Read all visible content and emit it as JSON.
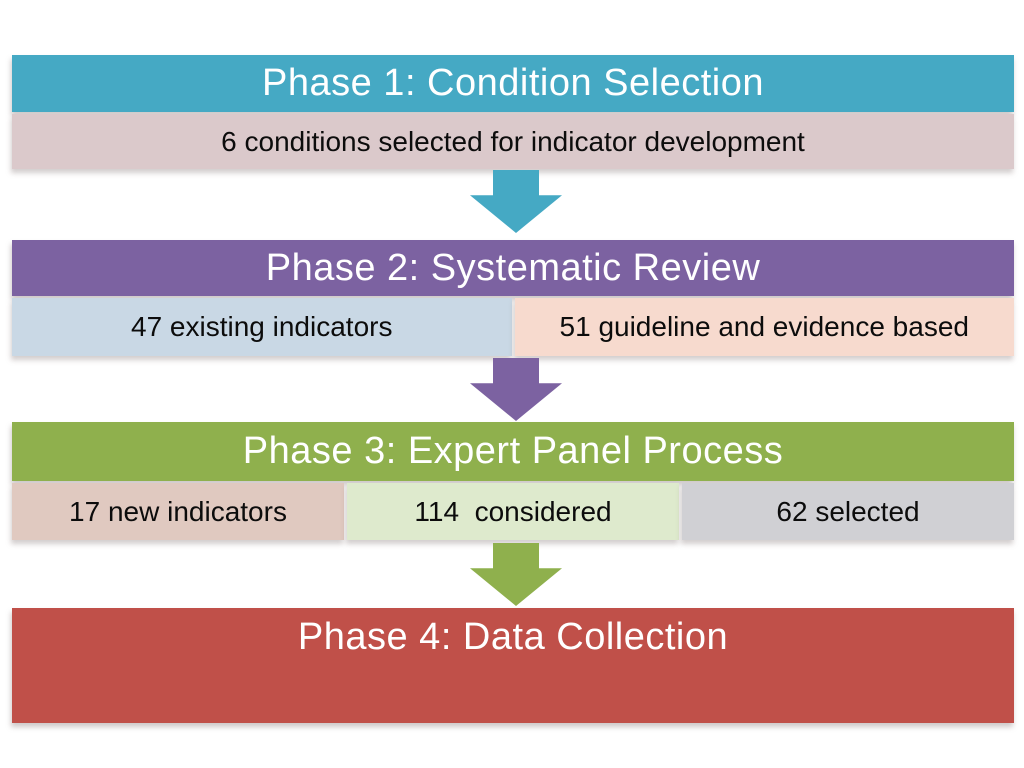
{
  "slide": {
    "background": "#ffffff",
    "phases": [
      {
        "title": "Phase 1: Condition Selection",
        "header_color": "#45a9c4",
        "title_color": "#ffffff",
        "sub_bars": [
          {
            "label": "6 conditions selected for indicator development",
            "color": "#dbc9cb"
          }
        ],
        "arrow_color": "#45a9c4"
      },
      {
        "title": "Phase 2: Systematic Review",
        "header_color": "#7c62a1",
        "title_color": "#ffffff",
        "sub_bars": [
          {
            "label": "47 existing indicators",
            "color": "#c9d8e5"
          },
          {
            "label": "51 guideline and evidence based",
            "color": "#f7dace"
          }
        ],
        "arrow_color": "#7c62a1"
      },
      {
        "title": "Phase 3: Expert Panel Process",
        "header_color": "#8fb04d",
        "title_color": "#ffffff",
        "sub_bars": [
          {
            "label": "17 new indicators",
            "color": "#e0c9c0"
          },
          {
            "label": "114  considered",
            "color": "#deeacd"
          },
          {
            "label": "62 selected",
            "color": "#d0d0d4"
          }
        ],
        "arrow_color": "#8fb04d"
      },
      {
        "title": "Phase 4: Data Collection",
        "header_color": "#c05049",
        "title_color": "#ffffff",
        "sub_bars": [],
        "arrow_color": null
      }
    ]
  }
}
